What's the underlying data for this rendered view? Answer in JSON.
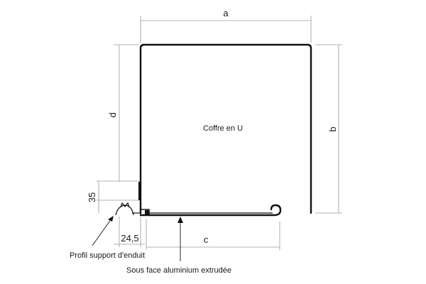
{
  "dimensions": {
    "a": "a",
    "b": "b",
    "c": "c",
    "d": "d",
    "height_35": "35",
    "width_24_5": "24,5"
  },
  "labels": {
    "center": "Coffre en U",
    "profile": "Profil support d'enduit",
    "underside": "Sous face aluminium extrudée"
  }
}
